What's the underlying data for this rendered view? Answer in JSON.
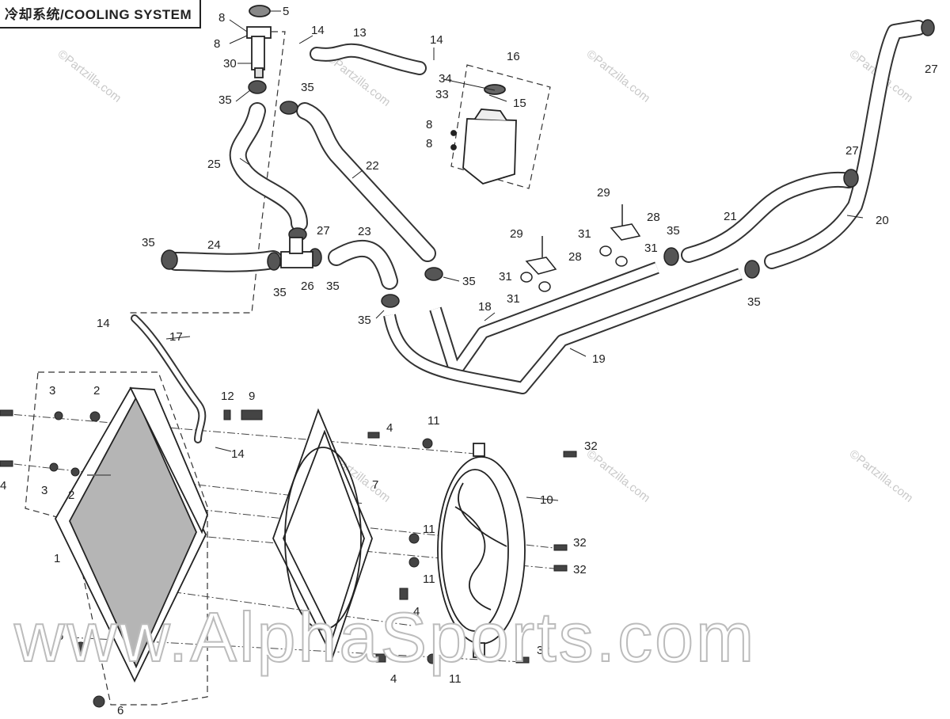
{
  "title": "冷却系统/COOLING SYSTEM",
  "watermark_small": "©Partzilla.com",
  "watermark_big": "www.AlphaSports.com",
  "callouts": [
    {
      "id": "c5",
      "label": "5"
    },
    {
      "id": "c8a",
      "label": "8"
    },
    {
      "id": "c8b",
      "label": "8"
    },
    {
      "id": "c30",
      "label": "30"
    },
    {
      "id": "c35a",
      "label": "35"
    },
    {
      "id": "c14a",
      "label": "14"
    },
    {
      "id": "c13",
      "label": "13"
    },
    {
      "id": "c14b",
      "label": "14"
    },
    {
      "id": "c16",
      "label": "16"
    },
    {
      "id": "c34",
      "label": "34"
    },
    {
      "id": "c33",
      "label": "33"
    },
    {
      "id": "c15",
      "label": "15"
    },
    {
      "id": "c8c",
      "label": "8"
    },
    {
      "id": "c8d",
      "label": "8"
    },
    {
      "id": "c35b",
      "label": "35"
    },
    {
      "id": "c27a",
      "label": "27"
    },
    {
      "id": "c25",
      "label": "25"
    },
    {
      "id": "c22",
      "label": "22"
    },
    {
      "id": "c27b",
      "label": "27"
    },
    {
      "id": "c20",
      "label": "20"
    },
    {
      "id": "c29a",
      "label": "29"
    },
    {
      "id": "c28a",
      "label": "28"
    },
    {
      "id": "c27c",
      "label": "27"
    },
    {
      "id": "c21",
      "label": "21"
    },
    {
      "id": "c35c",
      "label": "35"
    },
    {
      "id": "c24",
      "label": "24"
    },
    {
      "id": "c23",
      "label": "23"
    },
    {
      "id": "c29b",
      "label": "29"
    },
    {
      "id": "c31a",
      "label": "31"
    },
    {
      "id": "c28b",
      "label": "28"
    },
    {
      "id": "c31b",
      "label": "31"
    },
    {
      "id": "c35d",
      "label": "35"
    },
    {
      "id": "c35e",
      "label": "35"
    },
    {
      "id": "c26",
      "label": "26"
    },
    {
      "id": "c35f",
      "label": "35"
    },
    {
      "id": "c35g",
      "label": "35"
    },
    {
      "id": "c31c",
      "label": "31"
    },
    {
      "id": "c31d",
      "label": "31"
    },
    {
      "id": "c18",
      "label": "18"
    },
    {
      "id": "c35h",
      "label": "35"
    },
    {
      "id": "c35i",
      "label": "35"
    },
    {
      "id": "c14c",
      "label": "14"
    },
    {
      "id": "c17",
      "label": "17"
    },
    {
      "id": "c19",
      "label": "19"
    },
    {
      "id": "c3a",
      "label": "3"
    },
    {
      "id": "c2a",
      "label": "2"
    },
    {
      "id": "c12",
      "label": "12"
    },
    {
      "id": "c9",
      "label": "9"
    },
    {
      "id": "c11a",
      "label": "11"
    },
    {
      "id": "c4a",
      "label": "4"
    },
    {
      "id": "c32a",
      "label": "32"
    },
    {
      "id": "c14d",
      "label": "14"
    },
    {
      "id": "c4b",
      "label": "4"
    },
    {
      "id": "c3b",
      "label": "3"
    },
    {
      "id": "c2b",
      "label": "2"
    },
    {
      "id": "c7",
      "label": "7"
    },
    {
      "id": "c10",
      "label": "10"
    },
    {
      "id": "c1",
      "label": "1"
    },
    {
      "id": "c11b",
      "label": "11"
    },
    {
      "id": "c32b",
      "label": "32"
    },
    {
      "id": "c11c",
      "label": "11"
    },
    {
      "id": "c32c",
      "label": "32"
    },
    {
      "id": "c4c",
      "label": "4"
    },
    {
      "id": "c6a",
      "label": "6"
    },
    {
      "id": "c32d",
      "label": "32"
    },
    {
      "id": "c4d",
      "label": "4"
    },
    {
      "id": "c11d",
      "label": "11"
    },
    {
      "id": "c6b",
      "label": "6"
    }
  ]
}
